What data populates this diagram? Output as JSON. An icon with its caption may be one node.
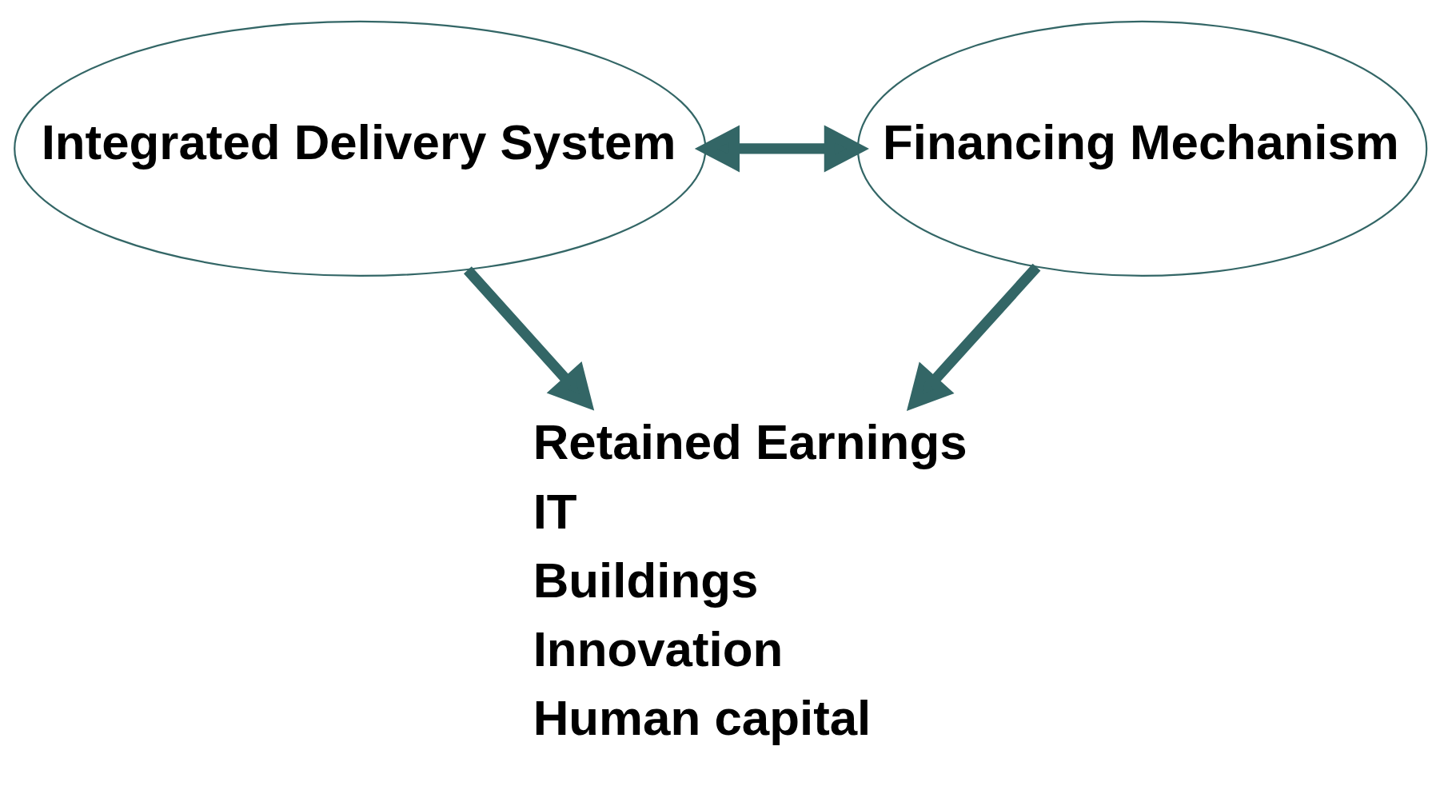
{
  "diagram": {
    "nodes": [
      {
        "text": [
          "Integrated Delivery System"
        ]
      },
      {
        "text": [
          "Financing Mechanism"
        ]
      },
      {
        "text": [
          "Retained Earnings",
          "IT",
          "Buildings",
          "Innovation",
          "Human capital"
        ]
      }
    ],
    "edges": [
      {
        "from": 0,
        "to": 1,
        "arrow": "both"
      },
      {
        "from": 0,
        "to": 2,
        "arrow": "to"
      },
      {
        "from": 1,
        "to": 2,
        "arrow": "to"
      }
    ]
  }
}
